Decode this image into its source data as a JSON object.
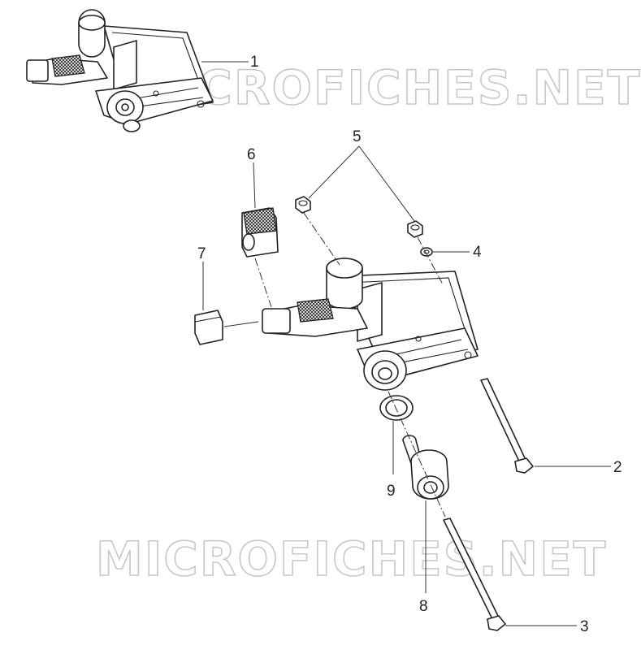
{
  "watermark": {
    "text": "MICROFICHES.NET",
    "color": "#c8c8c8"
  },
  "callouts": [
    "1",
    "2",
    "3",
    "4",
    "5",
    "6",
    "7",
    "8",
    "9"
  ],
  "colors": {
    "line": "#222222",
    "background": "#ffffff"
  }
}
